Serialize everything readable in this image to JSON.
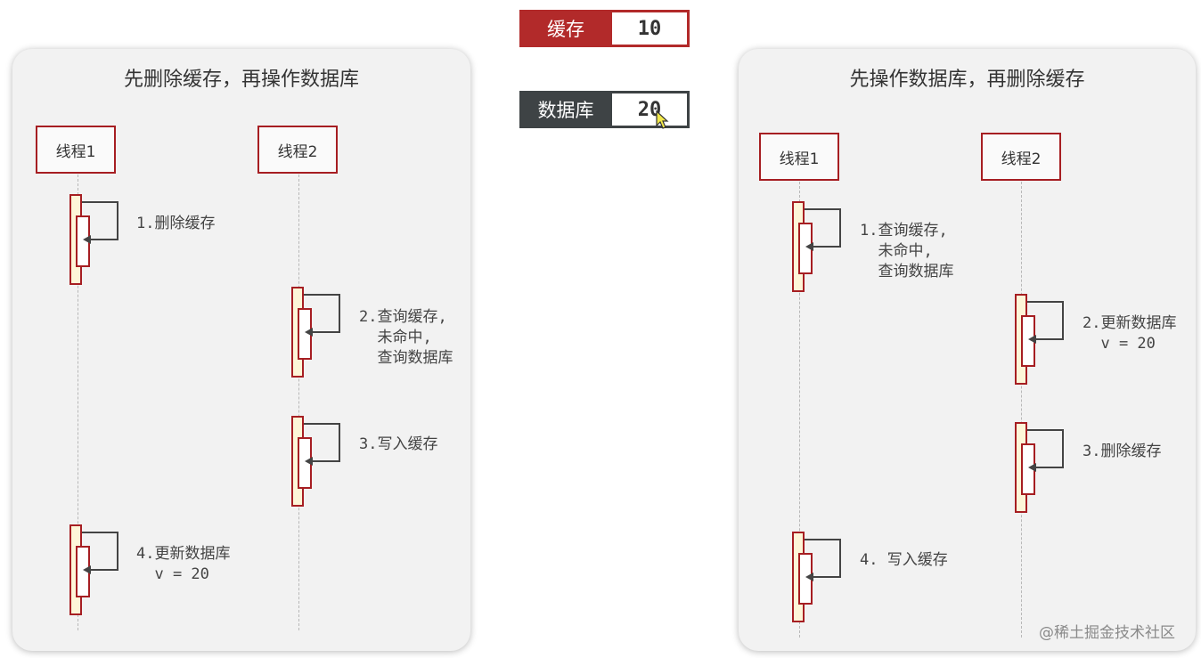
{
  "legend": {
    "cache": {
      "label": "缓存",
      "value": "10",
      "color": "#b22a2a"
    },
    "database": {
      "label": "数据库",
      "value": "20",
      "color": "#3e4345"
    }
  },
  "left_panel": {
    "title": "先删除缓存，再操作数据库",
    "thread1": "线程1",
    "thread2": "线程2",
    "steps": [
      "1.删除缓存",
      "2.查询缓存,\n  未命中,\n  查询数据库",
      "3.写入缓存",
      "4.更新数据库\n  v = 20"
    ]
  },
  "right_panel": {
    "title": "先操作数据库，再删除缓存",
    "thread1": "线程1",
    "thread2": "线程2",
    "steps": [
      "1.查询缓存,\n  未命中,\n  查询数据库",
      "2.更新数据库\n  v = 20",
      "3.删除缓存",
      "4. 写入缓存"
    ]
  },
  "watermark": "@稀土掘金技术社区",
  "colors": {
    "accent": "#a61e22",
    "activation_fill": "#fdf6d8"
  }
}
